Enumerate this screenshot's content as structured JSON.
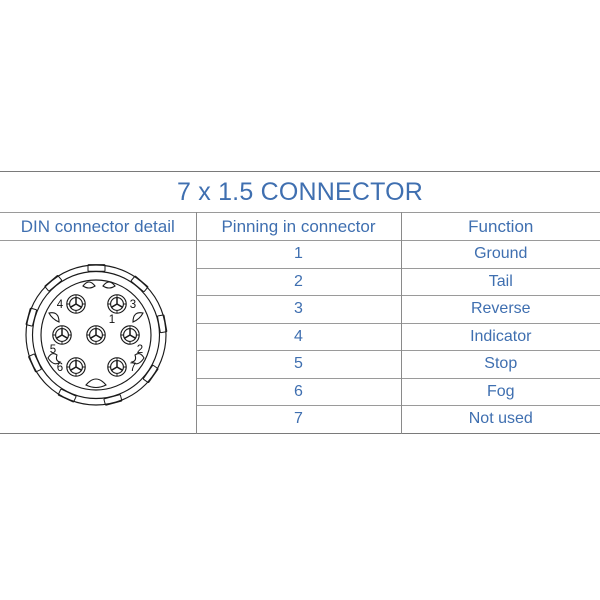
{
  "title": "7 x 1.5 CONNECTOR",
  "colors": {
    "text_blue": "#3f6fb0",
    "rule_gray": "#7a7a7a",
    "drawing_line": "#1a1a1a",
    "background": "#ffffff"
  },
  "table": {
    "headers": {
      "col1": "DIN connector detail",
      "col2": "Pinning in connector",
      "col3": "Function"
    },
    "rows": [
      {
        "pin": "1",
        "function": "Ground"
      },
      {
        "pin": "2",
        "function": "Tail"
      },
      {
        "pin": "3",
        "function": "Reverse"
      },
      {
        "pin": "4",
        "function": "Indicator"
      },
      {
        "pin": "5",
        "function": "Stop"
      },
      {
        "pin": "6",
        "function": "Fog"
      },
      {
        "pin": "7",
        "function": "Not used"
      }
    ]
  },
  "connector_drawing": {
    "description": "DIN 7-pin circular connector face view",
    "pin_labels": {
      "p1": "1",
      "p2": "2",
      "p3": "3",
      "p4": "4",
      "p5": "5",
      "p6": "6",
      "p7": "7"
    }
  }
}
